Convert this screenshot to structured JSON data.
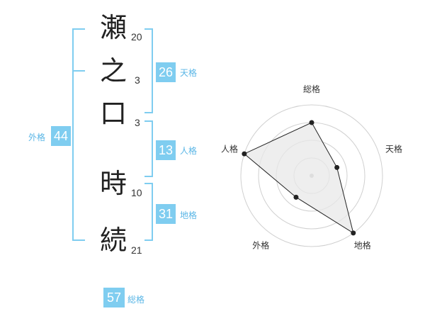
{
  "name": {
    "chars": [
      {
        "char": "瀬",
        "strokes": "20"
      },
      {
        "char": "之",
        "strokes": "3"
      },
      {
        "char": "口",
        "strokes": "3"
      },
      {
        "char": "時",
        "strokes": "10"
      },
      {
        "char": "続",
        "strokes": "21"
      }
    ]
  },
  "fortune": {
    "tenkaku": {
      "value": "26",
      "label": "天格"
    },
    "jinkaku": {
      "value": "13",
      "label": "人格"
    },
    "chikaku": {
      "value": "31",
      "label": "地格"
    },
    "gaikaku": {
      "value": "44",
      "label": "外格"
    },
    "soukaku": {
      "value": "57",
      "label": "総格"
    }
  },
  "colors": {
    "accent": "#7fcdf0",
    "label": "#5ab6e6",
    "radar_fill": "#e8e8e8",
    "ring": "#d0d0d0"
  },
  "chart_data": {
    "type": "radar",
    "axes": [
      "総格",
      "天格",
      "地格",
      "外格",
      "人格"
    ],
    "values": [
      3,
      1.5,
      4,
      1.5,
      4
    ],
    "max": 4,
    "rings": 4
  }
}
